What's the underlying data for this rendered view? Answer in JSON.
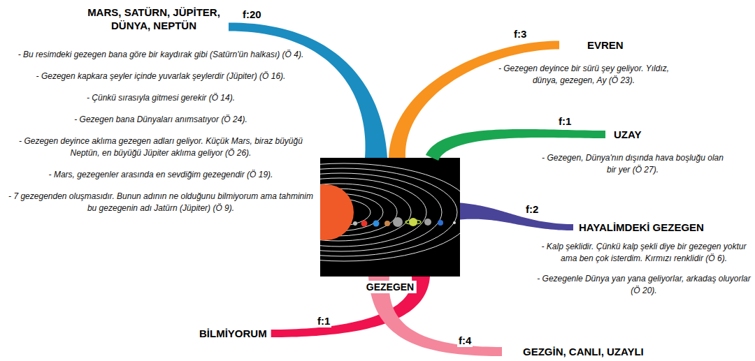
{
  "diagram": {
    "nodes": [
      {
        "text": [
          "GEZEGEN"
        ]
      },
      {
        "text": [
          "MARS, SATÜRN, JÜPİTER, DÜNYA, NEPTÜN",
          "- Bu resimdeki gezegen bana göre bir kaydırak gibi (Satürn'ün halkası) (Ö 4).",
          "- Gezegen kapkara şeyler içinde yuvarlak şeylerdir (Jüpiter) (Ö 16).",
          "- Çünkü sırasıyla gitmesi gerekir (Ö 14).",
          "- Gezegen bana Dünyaları anımsatıyor (Ö 24).",
          "- Gezegen deyince aklıma gezegen adları geliyor. Küçük Mars, biraz büyüğü Neptün, en büyüğü Jüpiter aklıma geliyor (Ö 26).",
          "- Mars, gezegenler arasında en sevdiğim gezegendir (Ö 19).",
          "- 7 gezegenden oluşmasıdır. Bunun adının ne olduğunu bilmiyorum ama tahminim bu gezegenin adı Jatürn (Jüpiter) (Ö 9)."
        ]
      },
      {
        "text": [
          "EVREN",
          "- Gezegen deyince bir sürü şey geliyor. Yıldız, dünya, gezegen, Ay (Ö 23)."
        ]
      },
      {
        "text": [
          "UZAY",
          "- Gezegen, Dünya'nın dışında hava boşluğu olan bir yer (Ö 27)."
        ]
      },
      {
        "text": [
          "HAYALİMDEKİ GEZEGEN",
          "- Kalp şeklidir. Çünkü kalp şekli diye bir gezegen yoktur ama ben çok isterdim. Kırmızı renklidir (Ö 6).",
          "- Gezegenle Dünya yan yana geliyorlar, arkadaş oluyorlar (Ö 20)."
        ]
      },
      {
        "text": [
          "BİLMİYORUM"
        ]
      },
      {
        "text": [
          "GEZGİN, CANLI, UZAYLI"
        ]
      }
    ],
    "edges": [
      {
        "from": 0,
        "to": 1,
        "label": "f:20",
        "arrow": "none"
      },
      {
        "from": 0,
        "to": 2,
        "label": "f:3",
        "arrow": "none"
      },
      {
        "from": 0,
        "to": 3,
        "label": "f:1",
        "arrow": "none"
      },
      {
        "from": 0,
        "to": 4,
        "label": "f:2",
        "arrow": "none"
      },
      {
        "from": 0,
        "to": 5,
        "label": "f:1",
        "arrow": "none"
      },
      {
        "from": 0,
        "to": 6,
        "label": "f:4",
        "arrow": "none"
      }
    ]
  }
}
